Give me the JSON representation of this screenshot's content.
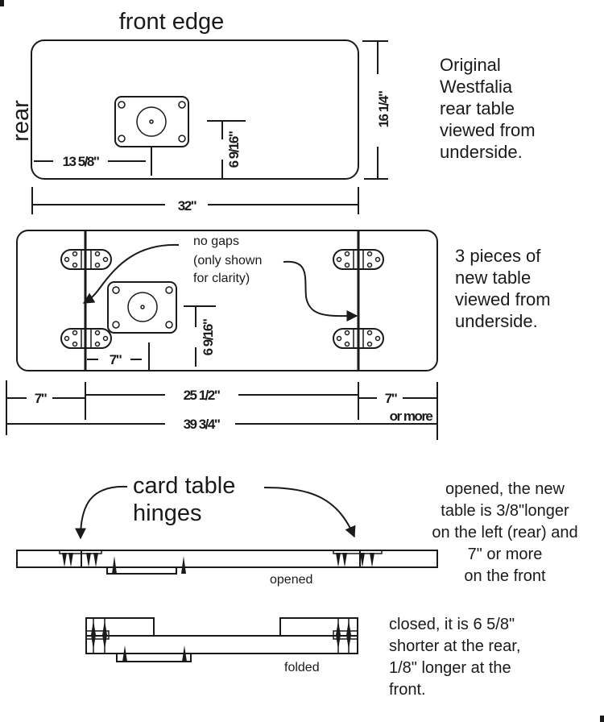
{
  "diagram": {
    "original": {
      "title_top": "front edge",
      "side_label": "rear",
      "dim_offset_x": "13 5/8\"",
      "dim_offset_y": "6 9/16\"",
      "dim_width": "32\"",
      "dim_depth": "16 1/4\"",
      "caption": [
        "Original",
        "Westfalia",
        "rear table",
        "viewed from",
        "underside."
      ]
    },
    "new_table": {
      "annotation": [
        "no gaps",
        "(only shown",
        "for clarity)"
      ],
      "dim_offset_x": "7\"",
      "dim_offset_y": "6 9/16\"",
      "dim_left": "7\"",
      "dim_center": "25 1/2\"",
      "dim_right": "7\"",
      "dim_right_note": "or more",
      "dim_total": "39 3/4\"",
      "caption": [
        "3 pieces of",
        "new table",
        "viewed from",
        "underside."
      ]
    },
    "side_views": {
      "hinge_label": [
        "card table",
        "hinges"
      ],
      "opened_label": "opened",
      "folded_label": "folded",
      "opened_caption": [
        "opened, the new",
        "table is 3/8\"longer",
        "on the left (rear) and",
        "7\" or more",
        "on the front"
      ],
      "closed_caption": [
        "closed, it is 6 5/8\"",
        "shorter at the rear,",
        "1/8\" longer at the",
        "front."
      ]
    }
  }
}
